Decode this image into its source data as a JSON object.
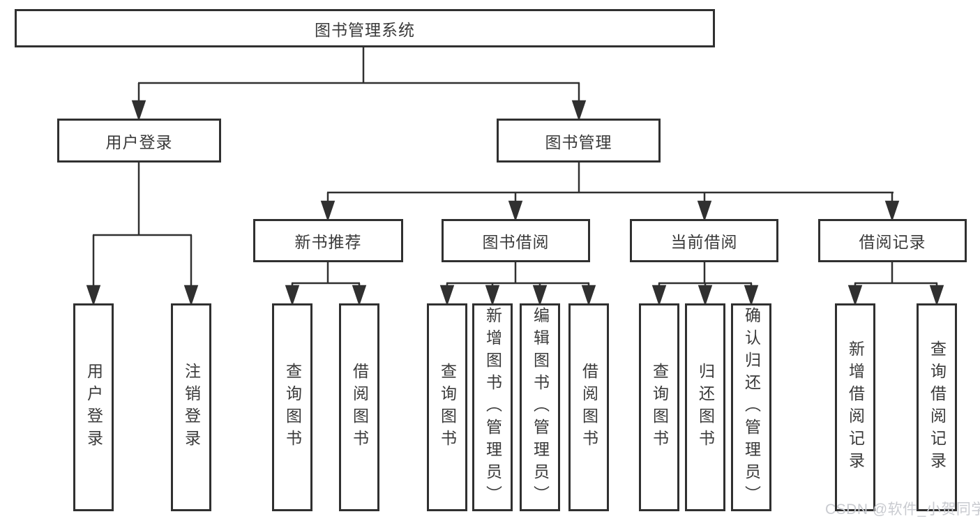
{
  "diagram": {
    "title": "图书管理系统",
    "watermark": "CSDN @软件_小贺同学",
    "colors": {
      "line": "#303030",
      "box_border": "#303030",
      "box_fill": "#ffffff",
      "text": "#3a3a3a",
      "watermark": "#c9cbd0",
      "background": "#ffffff"
    },
    "root": {
      "label": "图书管理系统"
    },
    "level2": [
      {
        "label": "用户登录"
      },
      {
        "label": "图书管理"
      }
    ],
    "level3": [
      {
        "label": "新书推荐",
        "parent": "图书管理"
      },
      {
        "label": "图书借阅",
        "parent": "图书管理"
      },
      {
        "label": "当前借阅",
        "parent": "图书管理"
      },
      {
        "label": "借阅记录",
        "parent": "图书管理"
      }
    ],
    "leaves": [
      {
        "label": "用户登录",
        "parent": "用户登录"
      },
      {
        "label": "注销登录",
        "parent": "用户登录"
      },
      {
        "label": "查询图书",
        "parent": "新书推荐"
      },
      {
        "label": "借阅图书",
        "parent": "新书推荐"
      },
      {
        "label": "查询图书",
        "parent": "图书借阅"
      },
      {
        "label": "新增图书（管理员）",
        "parent": "图书借阅"
      },
      {
        "label": "编辑图书（管理员）",
        "parent": "图书借阅"
      },
      {
        "label": "借阅图书",
        "parent": "图书借阅"
      },
      {
        "label": "查询图书",
        "parent": "当前借阅"
      },
      {
        "label": "归还图书",
        "parent": "当前借阅"
      },
      {
        "label": "确认归还（管理员）",
        "parent": "当前借阅"
      },
      {
        "label": "新增借阅记录",
        "parent": "借阅记录"
      },
      {
        "label": "查询借阅记录",
        "parent": "借阅记录"
      }
    ]
  }
}
